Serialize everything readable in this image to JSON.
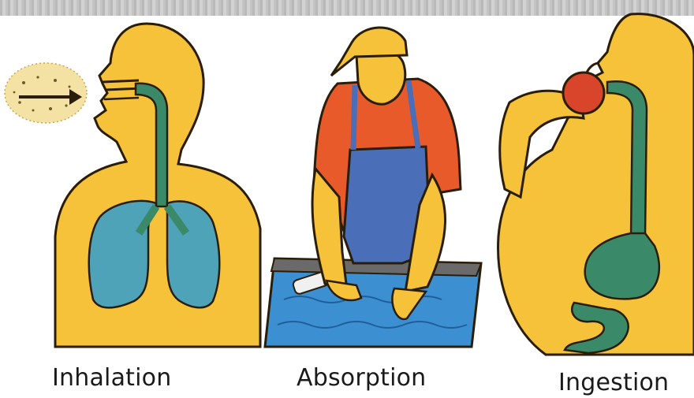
{
  "captions": {
    "inhalation": "Inhalation",
    "absorption": "Absorption",
    "ingestion": "Ingestion"
  },
  "colors": {
    "skin": "#F5C23A",
    "organ": "#3A8A6A",
    "lung": "#4FA3B8",
    "shirt": "#E85A2A",
    "apron": "#4A6FB8",
    "water": "#3C8FD0",
    "apple": "#D8452A",
    "outline": "#2A1E0A"
  }
}
